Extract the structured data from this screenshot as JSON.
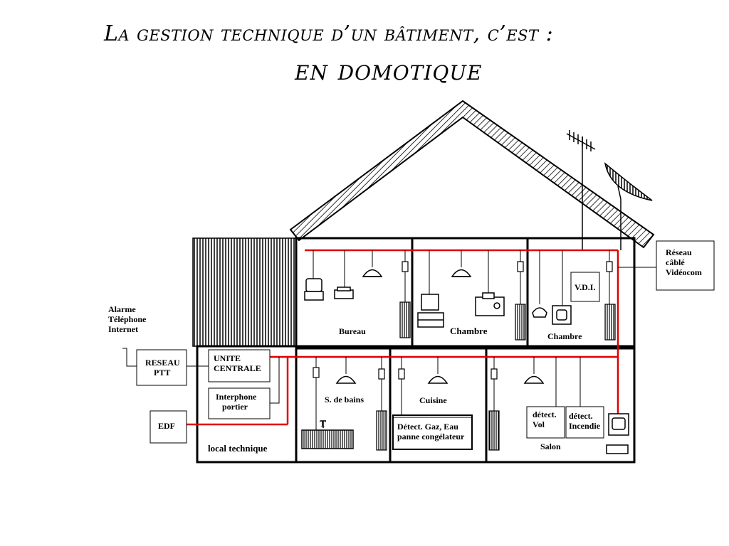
{
  "title": {
    "line1": "La gestion technique d’un bâtiment, c’est :",
    "line2": "en domotique"
  },
  "labels": {
    "reseau_cable": [
      "Réseau",
      "câblé",
      "Vidéocom"
    ],
    "alarme": [
      "Alarme",
      "Téléphone",
      "Internet"
    ],
    "reseau_ptt": [
      "RESEAU",
      "PTT"
    ],
    "unite_centrale": [
      "UNITE",
      "CENTRALE"
    ],
    "interphone": [
      "Interphone",
      "portier"
    ],
    "edf": "EDF",
    "local_technique": "local technique",
    "bureau": "Bureau",
    "chambre1": "Chambre",
    "chambre2": "Chambre",
    "vdi": "V.D.I.",
    "bains": "S. de bains",
    "cuisine": "Cuisine",
    "detect_gaz": [
      "Détect. Gaz, Eau",
      "panne congélateur"
    ],
    "detect_vol": [
      "détect.",
      "Vol"
    ],
    "detect_incendie": [
      "détect.",
      "Incendie"
    ],
    "salon": "Salon",
    "t_marker": "T"
  },
  "colors": {
    "bus": "#e00000",
    "line": "#000000",
    "background": "#ffffff"
  }
}
